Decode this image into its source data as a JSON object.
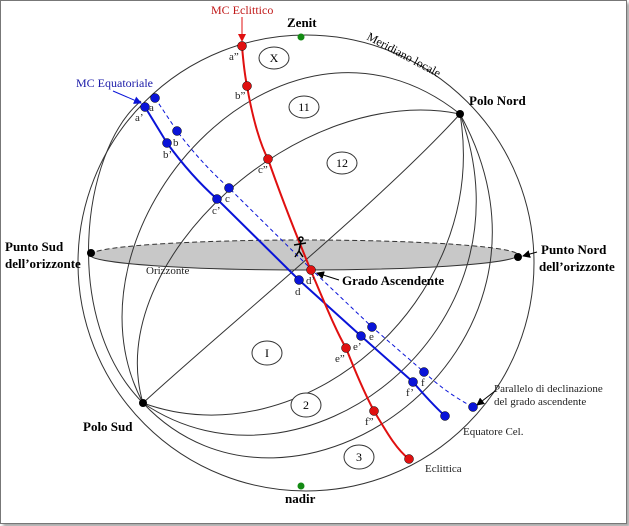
{
  "colors": {
    "equator": "#0a14d8",
    "ecliptic": "#e01010",
    "sphere": "#333333",
    "horizon_fill": "#c8c8c8",
    "zenith_dot": "#138a13"
  },
  "labels": {
    "zenit": "Zenit",
    "nadir": "nadir",
    "meridiano": "Meridiano locale",
    "polo_nord": "Polo Nord",
    "polo_sud": "Polo Sud",
    "punto_sud_1": "Punto Sud",
    "punto_sud_2": "dell’orizzonte",
    "punto_nord_1": "Punto Nord",
    "punto_nord_2": "dell’orizzonte",
    "orizzonte": "Orizzonte",
    "grado_ascendente": "Grado Ascendente",
    "mc_eclittico": "MC Eclittico",
    "mc_equatoriale": "MC Equatoriale",
    "parallelo_1": "Parallelo di declinazione",
    "parallelo_2": "del grado ascendente",
    "equatore": "Equatore Cel.",
    "eclittica": "Eclittica"
  },
  "houses": [
    "X",
    "11",
    "12",
    "I",
    "2",
    "3"
  ],
  "points": {
    "a": "a",
    "a1": "a’",
    "a2": "a”",
    "b": "b",
    "b1": "b’",
    "b2": "b”",
    "c": "c",
    "c1": "c’",
    "c2": "c”",
    "d": "d",
    "d1": "d’",
    "e": "e",
    "e1": "e’",
    "e2": "e”",
    "f": "f",
    "f1": "f’",
    "f2": "f”"
  }
}
